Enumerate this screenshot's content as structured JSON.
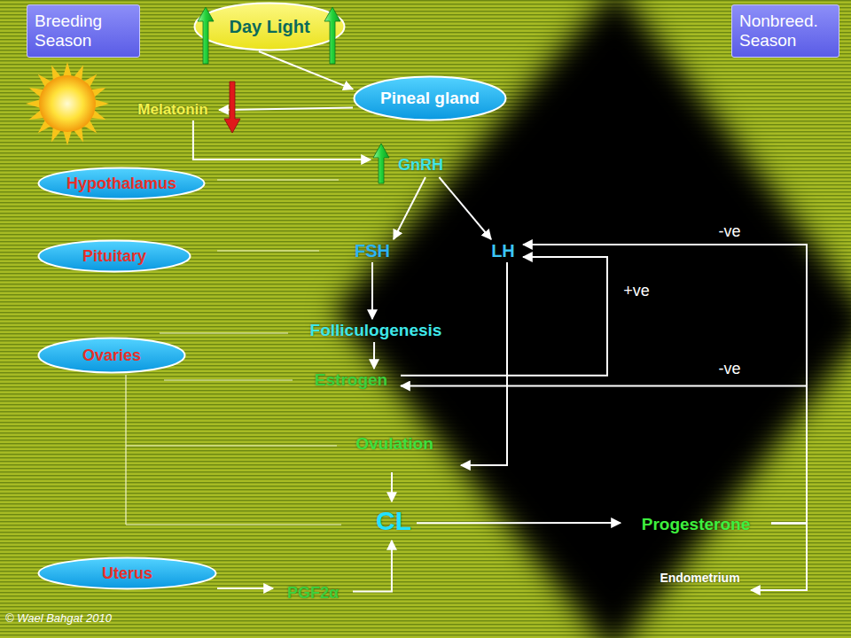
{
  "diagram": {
    "nodes": [
      {
        "text": [
          "Breeding Season"
        ]
      },
      {
        "text": [
          "Day Light"
        ]
      },
      {
        "text": [
          "Nonbreed. Season"
        ]
      },
      {
        "text": [
          "Pineal gland"
        ]
      },
      {
        "text": [
          "Melatonin"
        ]
      },
      {
        "text": [
          "GnRH"
        ]
      },
      {
        "text": [
          "Hypothalamus"
        ]
      },
      {
        "text": [
          "Pituitary"
        ]
      },
      {
        "text": [
          "FSH"
        ]
      },
      {
        "text": [
          "LH"
        ]
      },
      {
        "text": [
          "Folliculogenesis"
        ]
      },
      {
        "text": [
          "Ovaries"
        ]
      },
      {
        "text": [
          "Estrogen"
        ]
      },
      {
        "text": [
          "Ovulation"
        ]
      },
      {
        "text": [
          "CL"
        ]
      },
      {
        "text": [
          "Progesterone"
        ]
      },
      {
        "text": [
          "Uterus"
        ]
      },
      {
        "text": [
          "Endometrium"
        ]
      },
      {
        "text": [
          "PGF2α"
        ]
      }
    ],
    "edges": [
      {
        "from": 1,
        "to": 3,
        "arrow": "to"
      },
      {
        "from": 3,
        "to": 4,
        "arrow": "to"
      },
      {
        "from": 4,
        "to": 5,
        "arrow": "to"
      },
      {
        "from": 5,
        "to": 8,
        "arrow": "to"
      },
      {
        "from": 5,
        "to": 9,
        "arrow": "to"
      },
      {
        "from": 8,
        "to": 10,
        "arrow": "to"
      },
      {
        "from": 10,
        "to": 12,
        "arrow": "to"
      },
      {
        "from": 12,
        "to": 9,
        "label": "+ve",
        "arrow": "to"
      },
      {
        "from": 9,
        "to": 13,
        "arrow": "to"
      },
      {
        "from": 13,
        "to": 14,
        "arrow": "to"
      },
      {
        "from": 14,
        "to": 15,
        "arrow": "to"
      },
      {
        "from": 15,
        "to": 9,
        "label": "-ve",
        "arrow": "to"
      },
      {
        "from": 15,
        "to": 12,
        "label": "-ve",
        "arrow": "to"
      },
      {
        "from": 15,
        "to": 17,
        "arrow": "to"
      },
      {
        "from": 16,
        "to": 18,
        "arrow": "to"
      },
      {
        "from": 18,
        "to": 14,
        "arrow": "to"
      }
    ],
    "labels": [
      "© Wael Bahgat 2010"
    ]
  }
}
